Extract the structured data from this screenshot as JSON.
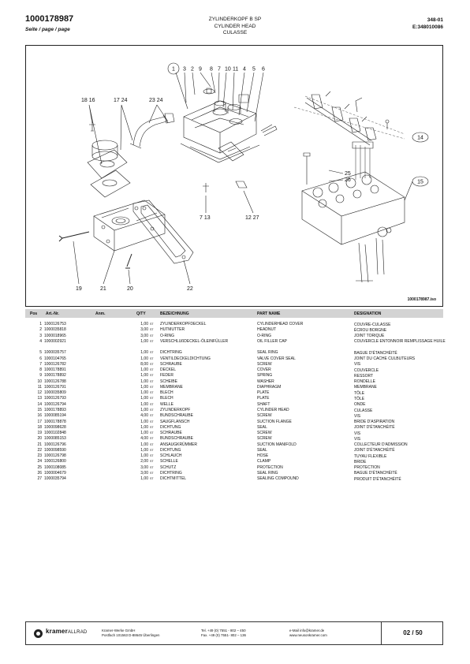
{
  "header": {
    "part_number": "1000178987",
    "page_label": "Seite / page / page",
    "title_de": "ZYLINDERKOPF B SP",
    "title_en": "CYLINDER HEAD",
    "title_fr": "CULASSE",
    "doc_code": "348-01",
    "doc_ref": "E:348010086"
  },
  "figure": {
    "figure_id": "1000178987.iso",
    "callouts_top": [
      "1",
      "3",
      "2",
      "9",
      "8",
      "7",
      "10",
      "11",
      "4",
      "5",
      "6"
    ],
    "callout_18_16": "18 16",
    "callout_17_24": "17 24",
    "callout_23_24": "23 24",
    "callout_7_13": "7 13",
    "callout_12_27": "12 27",
    "callout_19": "19",
    "callout_21": "21",
    "callout_20": "20",
    "callout_22": "22",
    "callout_25": "25",
    "callout_26": "26",
    "callout_14": "14",
    "callout_15": "15"
  },
  "table": {
    "headers": {
      "pos": "Pos",
      "art": "Art.-Nr.",
      "anm": "Anm.",
      "qty": "Q/TY",
      "de": "BEZEICHNUNG",
      "en": "PART NAME",
      "fr": "DESIGNATION"
    },
    "rows": [
      {
        "pos": "1",
        "art": "1000126753",
        "qty": "1,00",
        "unit": "ST",
        "de": "ZYLINDERKOPFDECKEL",
        "en": "CYLINDERHEAD COVER",
        "fr": "COUVRE-CULASSE"
      },
      {
        "pos": "2",
        "art": "1000035818",
        "qty": "3,00",
        "unit": "ST",
        "de": "HUTMUTTER",
        "en": "HEADNUT",
        "fr": "ÉCROU BORGNE"
      },
      {
        "pos": "3",
        "art": "1000018965",
        "qty": "3,00",
        "unit": "ST",
        "de": "O-RING",
        "en": "O-RING",
        "fr": "JOINT TORIQUE"
      },
      {
        "pos": "4",
        "art": "1000002921",
        "qty": "1,00",
        "unit": "ST",
        "de": "VERSCHLUßDECKEL-ÖLEINFÜLLER",
        "en": "OIL FILLER CAP",
        "fr": "COUVERCLE ENTONNOIR REMPLISSAGE HUILE"
      },
      {
        "pos": "5",
        "art": "1000035757",
        "qty": "1,00",
        "unit": "ST",
        "de": "DICHTRING",
        "en": "SEAL RING",
        "fr": "BAGUE D'ÉTANCHÉITÉ"
      },
      {
        "pos": "6",
        "art": "1000104765",
        "qty": "1,00",
        "unit": "ST",
        "de": "VENTILDECKELDICHTUNG",
        "en": "VALVE COVER SEAL",
        "fr": "JOINT DU CACHE CULBUTEURS"
      },
      {
        "pos": "7",
        "art": "1000126782",
        "qty": "8,00",
        "unit": "ST",
        "de": "SCHRAUBE",
        "en": "SCREW",
        "fr": "VIS"
      },
      {
        "pos": "8",
        "art": "1000178891",
        "qty": "1,00",
        "unit": "ST",
        "de": "DECKEL",
        "en": "COVER",
        "fr": "COUVERCLE"
      },
      {
        "pos": "9",
        "art": "1000178892",
        "qty": "1,00",
        "unit": "ST",
        "de": "FEDER",
        "en": "SPRING",
        "fr": "RESSORT"
      },
      {
        "pos": "10",
        "art": "1000126788",
        "qty": "1,00",
        "unit": "ST",
        "de": "SCHEIBE",
        "en": "WASHER",
        "fr": "RONDELLE"
      },
      {
        "pos": "11",
        "art": "1000126791",
        "qty": "1,00",
        "unit": "ST",
        "de": "MEMBRANE",
        "en": "DIAPHRAGM",
        "fr": "MEMBRANE"
      },
      {
        "pos": "12",
        "art": "1000035809",
        "qty": "1,00",
        "unit": "ST",
        "de": "BLECH",
        "en": "PLATE",
        "fr": "TÔLE"
      },
      {
        "pos": "13",
        "art": "1000126793",
        "qty": "1,00",
        "unit": "ST",
        "de": "BLECH",
        "en": "PLATE",
        "fr": "TÔLE"
      },
      {
        "pos": "14",
        "art": "1000126794",
        "qty": "1,00",
        "unit": "ST",
        "de": "WELLE",
        "en": "SHAFT",
        "fr": "ONDE"
      },
      {
        "pos": "15",
        "art": "1000178893",
        "qty": "1,00",
        "unit": "ST",
        "de": "ZYLINDERKOPF",
        "en": "CYLINDER HEAD",
        "fr": "CULASSE"
      },
      {
        "pos": "16",
        "art": "1000085194",
        "qty": "4,00",
        "unit": "ST",
        "de": "BUNDSCHRAUBE",
        "en": "SCREW",
        "fr": "VIS"
      },
      {
        "pos": "17",
        "art": "1000178878",
        "qty": "1,00",
        "unit": "ST",
        "de": "SAUGFLANSCH",
        "en": "SUCTION FLANGE",
        "fr": "BRIDE D'ASPIRATION"
      },
      {
        "pos": "18",
        "art": "1000098628",
        "qty": "1,00",
        "unit": "ST",
        "de": "DICHTUNG",
        "en": "SEAL",
        "fr": "JOINT D'ÉTANCHÉITÉ"
      },
      {
        "pos": "19",
        "art": "1000102848",
        "qty": "1,00",
        "unit": "ST",
        "de": "SCHRAUBE",
        "en": "SCREW",
        "fr": "VIS"
      },
      {
        "pos": "20",
        "art": "1000085153",
        "qty": "4,00",
        "unit": "ST",
        "de": "BUNDSCHRAUBE",
        "en": "SCREW",
        "fr": "VIS"
      },
      {
        "pos": "21",
        "art": "1000126796",
        "qty": "1,00",
        "unit": "ST",
        "de": "ANSAUGKRÜMMER",
        "en": "SUCTION MANIFOLD",
        "fr": "COLLECTEUR D'ADMISSION"
      },
      {
        "pos": "22",
        "art": "1000098590",
        "qty": "1,00",
        "unit": "ST",
        "de": "DICHTUNG",
        "en": "SEAL",
        "fr": "JOINT D'ÉTANCHÉITÉ"
      },
      {
        "pos": "23",
        "art": "1000126798",
        "qty": "1,00",
        "unit": "ST",
        "de": "SCHLAUCH",
        "en": "HOSE",
        "fr": "TUYAU FLEXIBLE"
      },
      {
        "pos": "24",
        "art": "1000126800",
        "qty": "2,00",
        "unit": "ST",
        "de": "SCHELLE",
        "en": "CLAMP",
        "fr": "BRIDE"
      },
      {
        "pos": "25",
        "art": "1000108085",
        "qty": "3,00",
        "unit": "ST",
        "de": "SCHUTZ",
        "en": "PROTECTION",
        "fr": "PROTECTION"
      },
      {
        "pos": "26",
        "art": "1000004679",
        "qty": "3,00",
        "unit": "ST",
        "de": "DICHTRING",
        "en": "SEAL RING",
        "fr": "BAGUE D'ÉTANCHÉITÉ"
      },
      {
        "pos": "27",
        "art": "1000035794",
        "qty": "1,00",
        "unit": "ST",
        "de": "DICHTMITTEL",
        "en": "SEALING COMPOUND",
        "fr": "PRODUIT D'ÉTANCHÉITÉ"
      }
    ]
  },
  "footer": {
    "logo_name": "kramer",
    "logo_suffix": "ALLRAD",
    "company": "Kramer-Werke GmbH",
    "address": "Postfach 101563 D-88645 Überlingen",
    "tel": "Tel. +49 (0) 7551 - 802 – 450",
    "fax": "Fax. +49 (0) 7551- 802 – 136",
    "email": "e-Mail info@kramer.de",
    "web": "www.neusonkramer.com",
    "page": "02 / 50"
  }
}
